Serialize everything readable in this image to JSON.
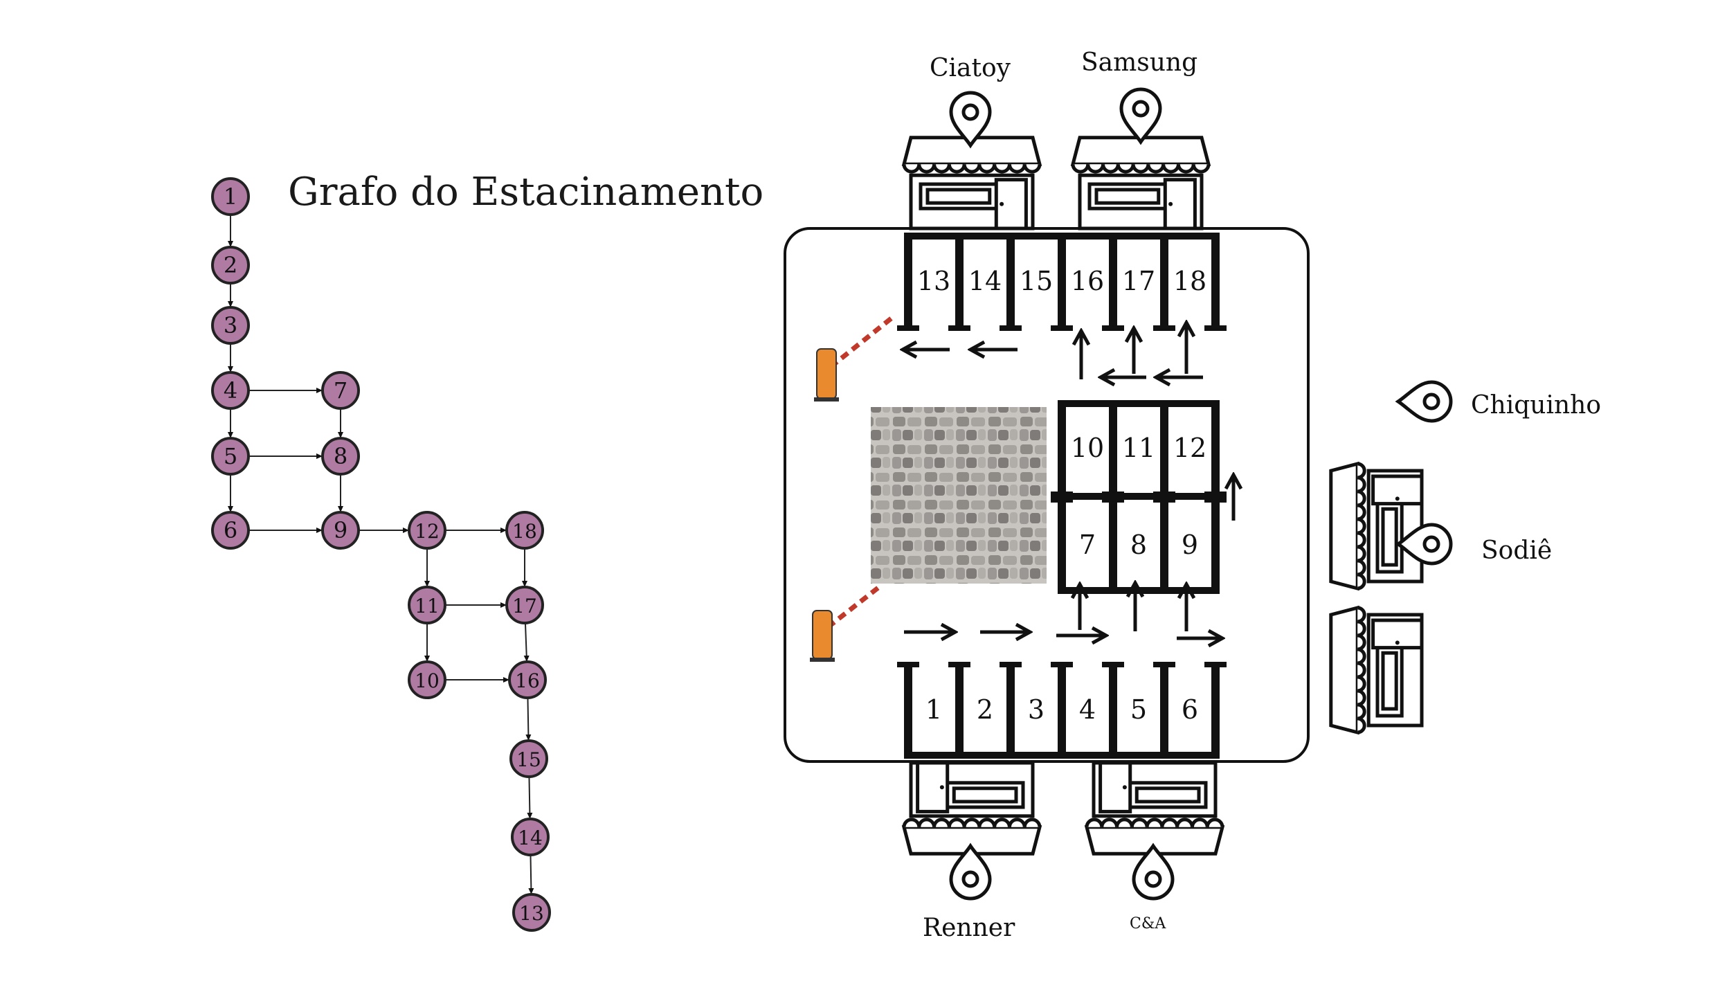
{
  "graph": {
    "title": "Grafo do Estacinamento",
    "node_fill": "#b07ba3",
    "node_stroke": "#222222",
    "nodes": [
      "1",
      "2",
      "3",
      "4",
      "5",
      "6",
      "7",
      "8",
      "9",
      "10",
      "11",
      "12",
      "13",
      "14",
      "15",
      "16",
      "17",
      "18"
    ],
    "edges": [
      [
        "1",
        "2"
      ],
      [
        "2",
        "3"
      ],
      [
        "3",
        "4"
      ],
      [
        "4",
        "5"
      ],
      [
        "5",
        "6"
      ],
      [
        "4",
        "7"
      ],
      [
        "5",
        "8"
      ],
      [
        "6",
        "9"
      ],
      [
        "7",
        "8"
      ],
      [
        "8",
        "9"
      ],
      [
        "9",
        "12"
      ],
      [
        "12",
        "11"
      ],
      [
        "11",
        "10"
      ],
      [
        "12",
        "18"
      ],
      [
        "11",
        "17"
      ],
      [
        "10",
        "16"
      ],
      [
        "18",
        "17"
      ],
      [
        "17",
        "16"
      ],
      [
        "16",
        "15"
      ],
      [
        "15",
        "14"
      ],
      [
        "14",
        "13"
      ]
    ]
  },
  "parking": {
    "top_row_spots": [
      "13",
      "14",
      "15",
      "16",
      "17",
      "18"
    ],
    "middle_upper_spots": [
      "10",
      "11",
      "12"
    ],
    "middle_lower_spots": [
      "7",
      "8",
      "9"
    ],
    "bottom_row_spots": [
      "1",
      "2",
      "3",
      "4",
      "5",
      "6"
    ]
  },
  "stores": {
    "top": [
      "Ciatoy",
      "Samsung"
    ],
    "right": [
      "Chiquinho",
      "Sodiê"
    ],
    "bottom": [
      "Renner",
      "C&A"
    ]
  },
  "icons": [
    "location-pin-icon",
    "storefront-icon",
    "parking-barrier-icon",
    "cobblestone-area",
    "arrow-icon"
  ]
}
